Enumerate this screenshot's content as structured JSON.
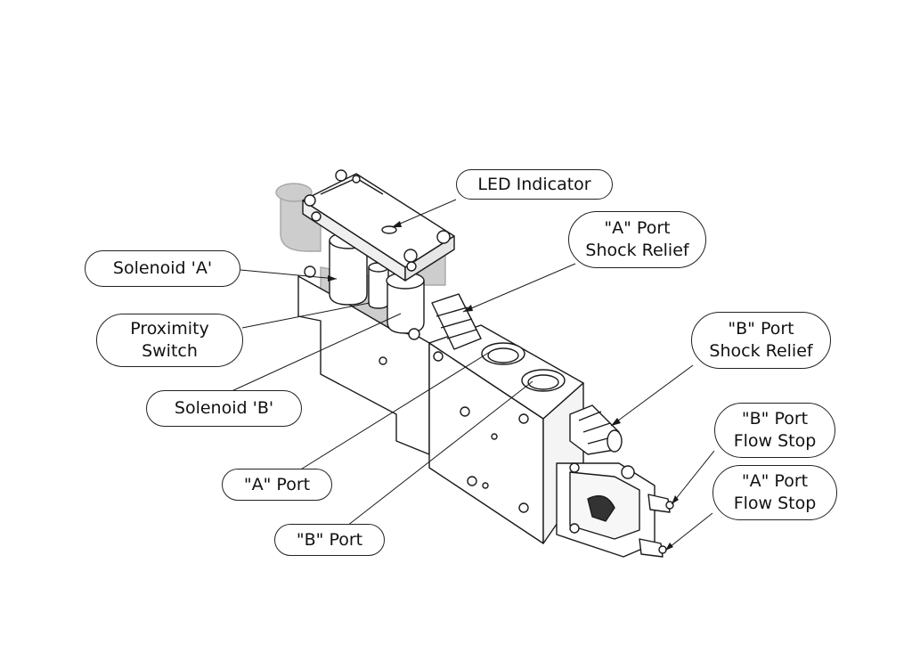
{
  "callouts": {
    "led_indicator": {
      "line1": "LED Indicator"
    },
    "a_port_shock_relief": {
      "line1": "\"A\" Port",
      "line2": "Shock Relief"
    },
    "solenoid_a": {
      "line1": "Solenoid 'A'"
    },
    "proximity_switch": {
      "line1": "Proximity",
      "line2": "Switch"
    },
    "b_port_shock_relief": {
      "line1": "\"B\" Port",
      "line2": "Shock Relief"
    },
    "solenoid_b": {
      "line1": "Solenoid 'B'"
    },
    "b_port_flow_stop": {
      "line1": "\"B\" Port",
      "line2": "Flow Stop"
    },
    "a_port_flow_stop": {
      "line1": "\"A\" Port",
      "line2": "Flow Stop"
    },
    "a_port": {
      "line1": "\"A\" Port"
    },
    "b_port": {
      "line1": "\"B\" Port"
    }
  },
  "colors": {
    "outline": "#1a1a1a",
    "ghost_solenoid": "#9a9a9a",
    "body_fill": "#ffffff"
  }
}
